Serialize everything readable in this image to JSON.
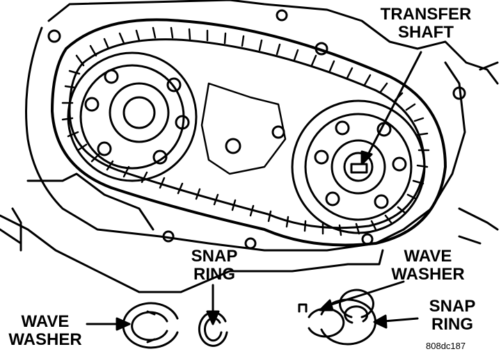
{
  "labels": {
    "transfer_shaft": [
      "TRANSFER",
      "SHAFT"
    ],
    "snap_ring_top": [
      "SNAP",
      "RING"
    ],
    "wave_washer_top": [
      "WAVE",
      "WASHER"
    ],
    "wave_washer_left": [
      "WAVE",
      "WASHER"
    ],
    "snap_ring_right": [
      "SNAP",
      "RING"
    ]
  },
  "figure_code": "808dc187",
  "colors": {
    "ink": "#000000",
    "paper": "#ffffff"
  }
}
